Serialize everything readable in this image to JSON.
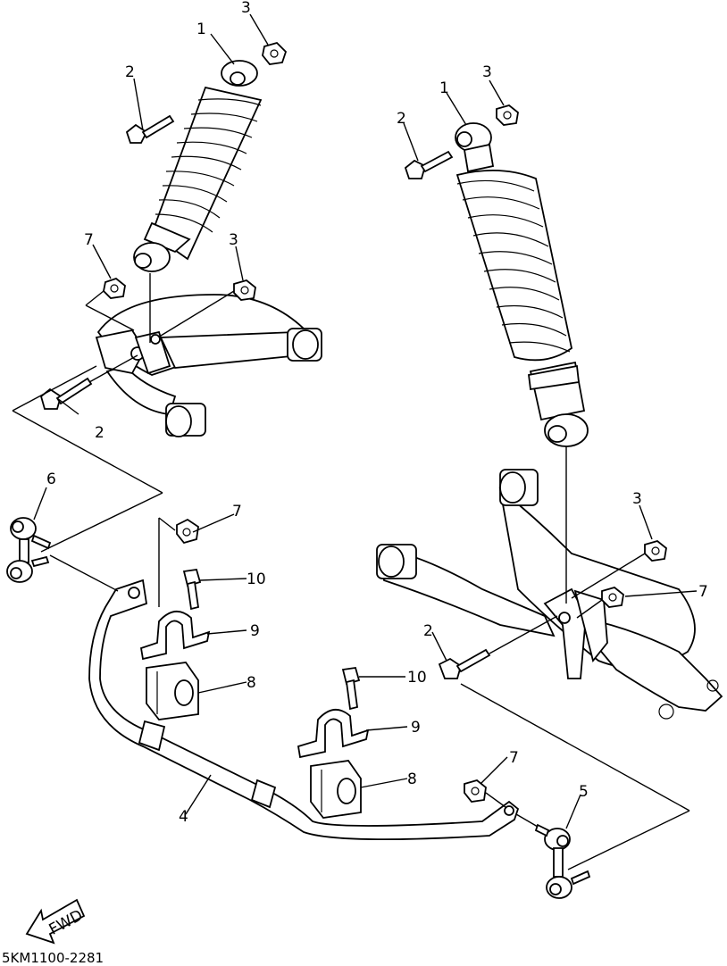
{
  "diagram": {
    "drawing_code": "5KM1100-2281",
    "fwd_label": "FWD",
    "callouts": [
      {
        "id": "c1a",
        "text": "1"
      },
      {
        "id": "c2a",
        "text": "2"
      },
      {
        "id": "c3a",
        "text": "3"
      },
      {
        "id": "c7a",
        "text": "7"
      },
      {
        "id": "c3b",
        "text": "3"
      },
      {
        "id": "c2b",
        "text": "2"
      },
      {
        "id": "c1b",
        "text": "1"
      },
      {
        "id": "c2c",
        "text": "2"
      },
      {
        "id": "c3c",
        "text": "3"
      },
      {
        "id": "c6",
        "text": "6"
      },
      {
        "id": "c7b",
        "text": "7"
      },
      {
        "id": "c10a",
        "text": "10"
      },
      {
        "id": "c9a",
        "text": "9"
      },
      {
        "id": "c8a",
        "text": "8"
      },
      {
        "id": "c10b",
        "text": "10"
      },
      {
        "id": "c9b",
        "text": "9"
      },
      {
        "id": "c8b",
        "text": "8"
      },
      {
        "id": "c4",
        "text": "4"
      },
      {
        "id": "c7c",
        "text": "7"
      },
      {
        "id": "c5",
        "text": "5"
      },
      {
        "id": "c3d",
        "text": "3"
      },
      {
        "id": "c7d",
        "text": "7"
      },
      {
        "id": "c2d",
        "text": "2"
      }
    ]
  }
}
